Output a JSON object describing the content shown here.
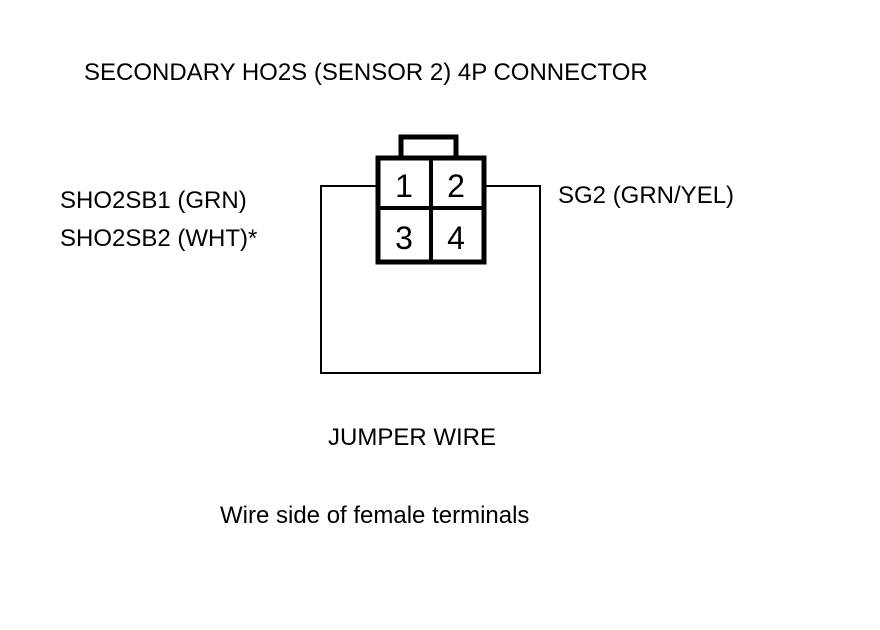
{
  "title": "SECONDARY HO2S (SENSOR 2) 4P CONNECTOR",
  "left_labels": [
    "SHO2SB1 (GRN)",
    "SHO2SB2 (WHT)*"
  ],
  "right_label": "SG2 (GRN/YEL)",
  "pins": [
    "1",
    "2",
    "3",
    "4"
  ],
  "jumper_label": "JUMPER WIRE",
  "footnote": "Wire side of female terminals"
}
